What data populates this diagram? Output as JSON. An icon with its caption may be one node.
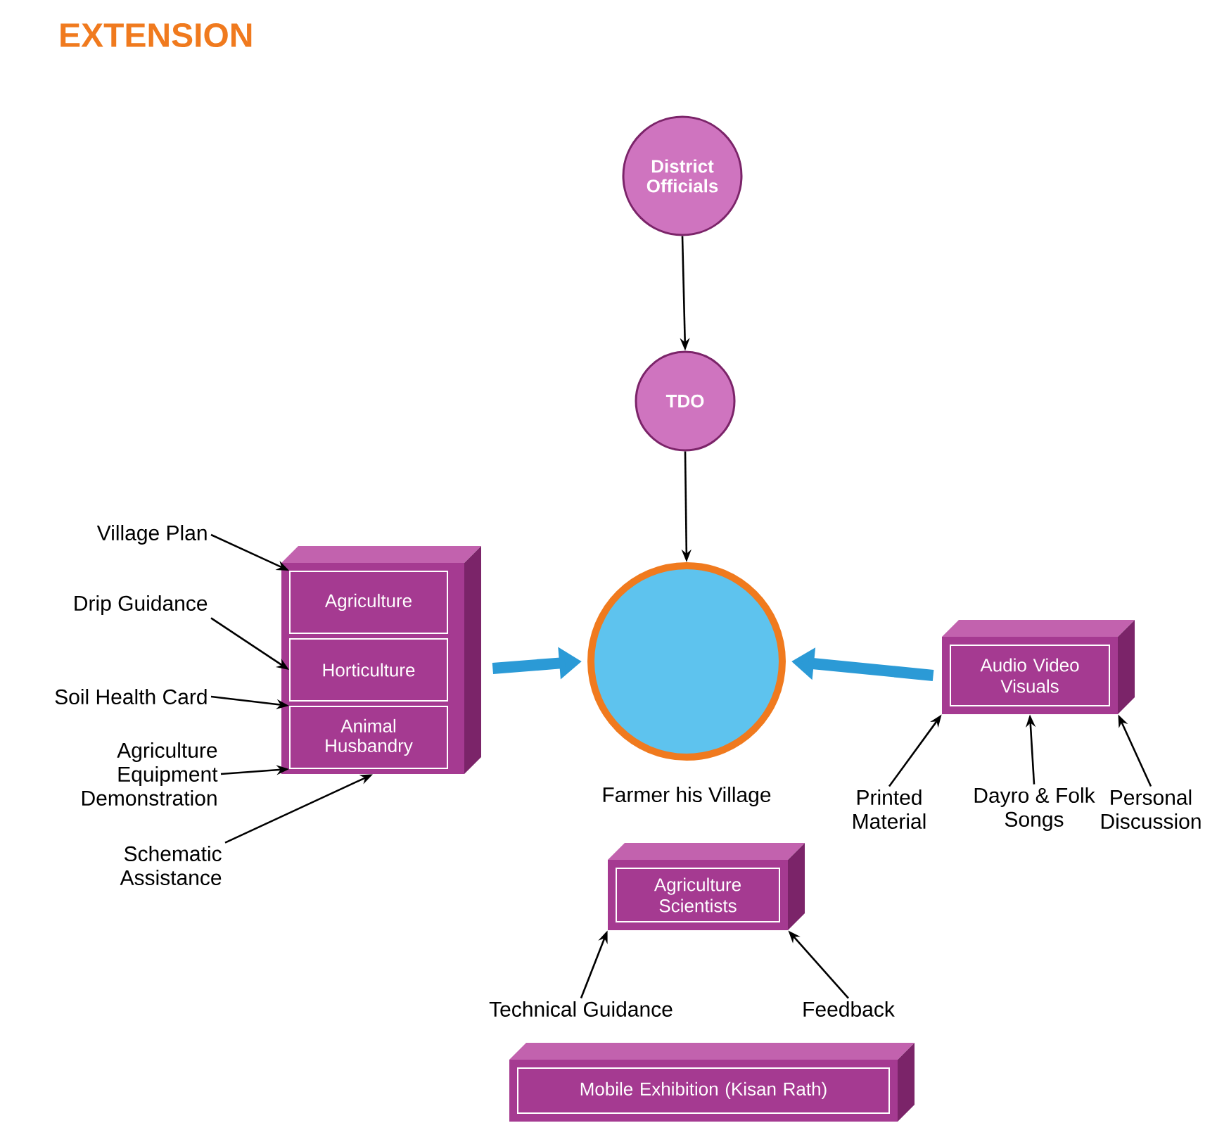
{
  "diagram": {
    "title": "EXTENSION",
    "nodes": [
      {
        "text": [
          "District Officials"
        ]
      },
      {
        "text": [
          "TDO"
        ]
      },
      {
        "text": [],
        "shape": "circle",
        "beside": [
          "Farmer his Village"
        ]
      },
      {
        "text": [],
        "shape": "box"
      },
      {
        "text": [
          "Agriculture"
        ],
        "in": 3
      },
      {
        "text": [
          "Horticulture"
        ],
        "in": 3
      },
      {
        "text": [
          "Animal Husbandry"
        ],
        "in": 3
      },
      {
        "text": [
          "Village Plan"
        ]
      },
      {
        "text": [
          "Drip Guidance"
        ]
      },
      {
        "text": [
          "Soil Health Card"
        ]
      },
      {
        "text": [
          "Agriculture Equipment Demonstration"
        ]
      },
      {
        "text": [
          "Schematic Assistance"
        ]
      },
      {
        "text": [
          "Audio Video Visuals"
        ]
      },
      {
        "text": [
          "Printed Material"
        ]
      },
      {
        "text": [
          "Dayro & Folk Songs"
        ]
      },
      {
        "text": [
          "Personal Discussion"
        ]
      },
      {
        "text": [
          "Agriculture Scientists"
        ]
      },
      {
        "text": [
          "Technical Guidance"
        ]
      },
      {
        "text": [
          "Feedback"
        ]
      },
      {
        "text": [
          "Mobile Exhibition (Kisan Rath)"
        ]
      }
    ],
    "edges": [
      {
        "from": 0,
        "to": 1,
        "arrow": "to"
      },
      {
        "from": 1,
        "to": 2,
        "arrow": "to"
      },
      {
        "from": 3,
        "to": 2,
        "arrow": "to",
        "style": "thick",
        "color": "#2b9ad6"
      },
      {
        "from": 12,
        "to": 2,
        "arrow": "to",
        "style": "thick",
        "color": "#2b9ad6"
      },
      {
        "from": 7,
        "to": 4,
        "arrow": "to"
      },
      {
        "from": 8,
        "to": 5,
        "arrow": "to"
      },
      {
        "from": 9,
        "to": 6,
        "arrow": "to"
      },
      {
        "from": 10,
        "to": 6,
        "arrow": "to"
      },
      {
        "from": 11,
        "to": 3,
        "arrow": "to"
      },
      {
        "from": 13,
        "to": 12,
        "arrow": "to"
      },
      {
        "from": 14,
        "to": 12,
        "arrow": "to"
      },
      {
        "from": 15,
        "to": 12,
        "arrow": "to"
      },
      {
        "from": 17,
        "to": 16,
        "arrow": "to"
      },
      {
        "from": 18,
        "to": 16,
        "arrow": "to"
      }
    ]
  }
}
